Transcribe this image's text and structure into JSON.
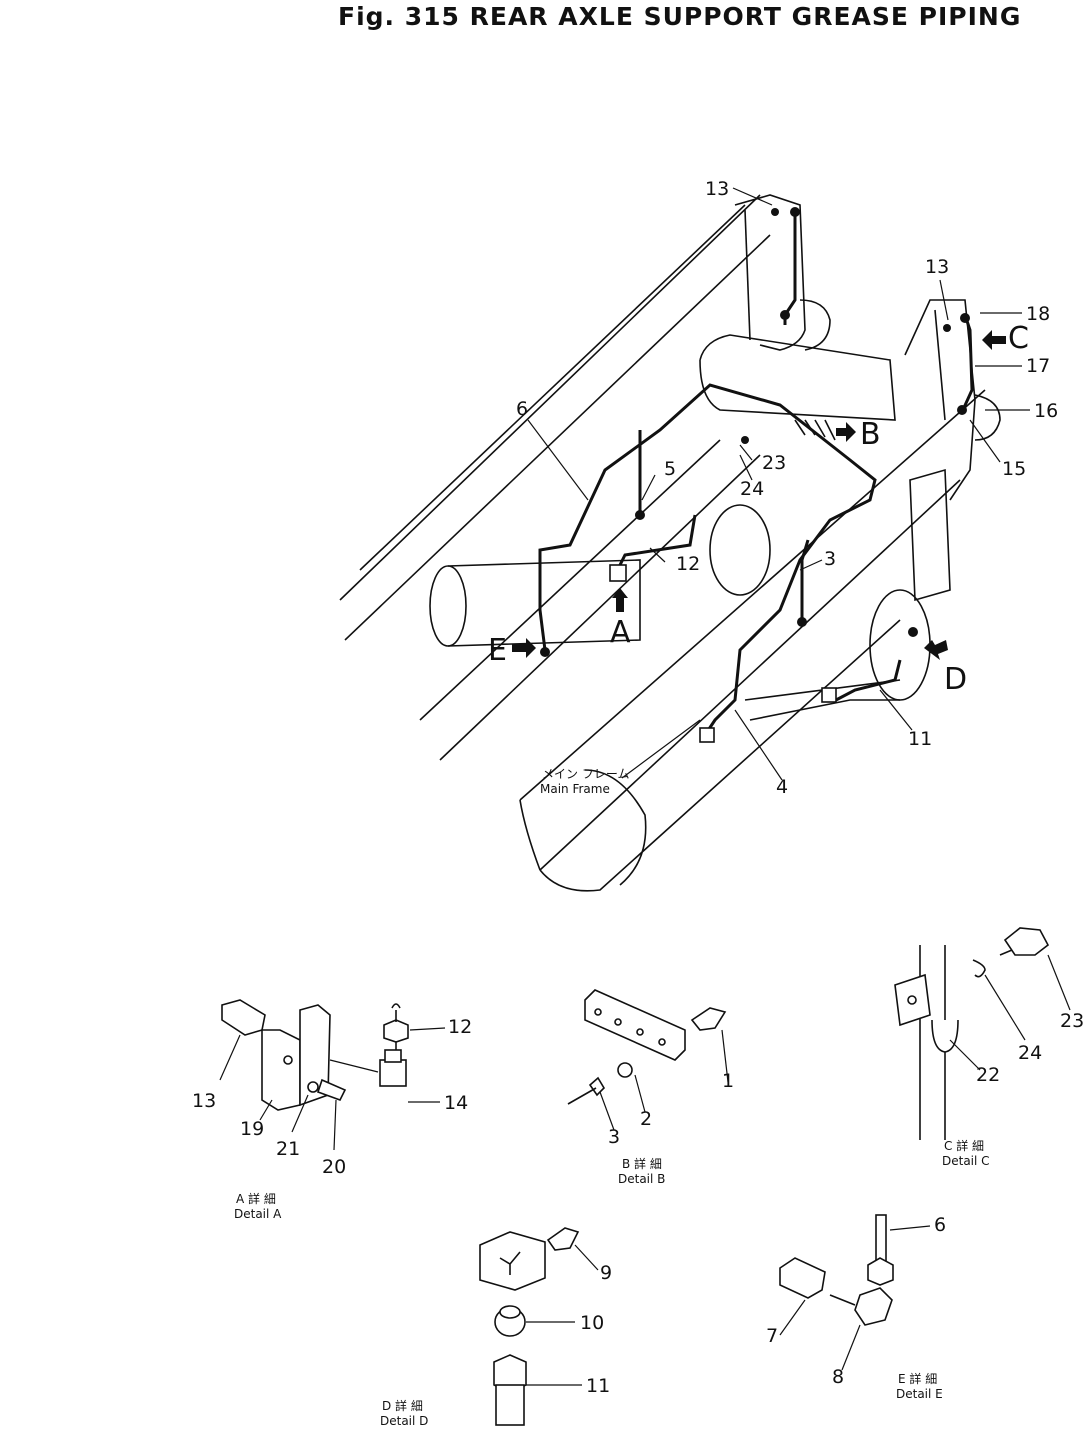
{
  "figure": {
    "title": "Fig. 315   REAR AXLE SUPPORT GREASE PIPING"
  },
  "main_view": {
    "callouts": [
      "13",
      "13",
      "18",
      "17",
      "16",
      "15",
      "6",
      "5",
      "23",
      "24",
      "12",
      "3",
      "11",
      "4"
    ],
    "arrows": [
      "A",
      "B",
      "C",
      "D",
      "E"
    ],
    "main_frame_label_jp": "メイン フレーム",
    "main_frame_label": "Main Frame"
  },
  "details": {
    "a": {
      "callouts": [
        "13",
        "12",
        "14",
        "19",
        "21",
        "20"
      ],
      "caption_jp": "A 詳 細",
      "caption": "Detail A"
    },
    "b": {
      "callouts": [
        "1",
        "2",
        "3"
      ],
      "caption_jp": "B 詳 細",
      "caption": "Detail B"
    },
    "c": {
      "callouts": [
        "23",
        "24",
        "22"
      ],
      "caption_jp": "C 詳 細",
      "caption": "Detail C"
    },
    "d": {
      "callouts": [
        "9",
        "10",
        "11"
      ],
      "caption_jp": "D 詳 細",
      "caption": "Detail D"
    },
    "e": {
      "callouts": [
        "6",
        "7",
        "8"
      ],
      "caption_jp": "E 詳 細",
      "caption": "Detail E"
    }
  }
}
